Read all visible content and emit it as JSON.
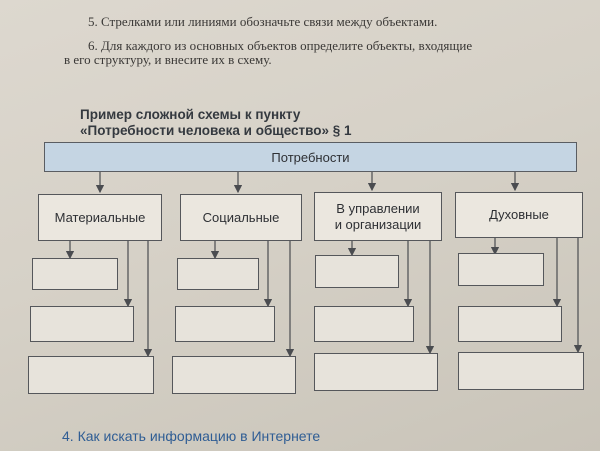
{
  "tasks": [
    "5. Стрелками или линиями обозначьте связи между объектами.",
    "6. Для каждого из основных объектов определите объекты, входящие",
    "в его структуру, и внесите их в схему."
  ],
  "heading": {
    "line1": "Пример сложной схемы к пункту",
    "line2": "«Потребности человека и общество» § 1"
  },
  "diagram": {
    "root": "Потребности",
    "categories": [
      {
        "line1": "Материальные",
        "line2": ""
      },
      {
        "line1": "Социальные",
        "line2": ""
      },
      {
        "line1": "В управлении",
        "line2": "и организации"
      },
      {
        "line1": "Духовные",
        "line2": ""
      }
    ]
  },
  "footer": "4. Как искать информацию в Интернете"
}
